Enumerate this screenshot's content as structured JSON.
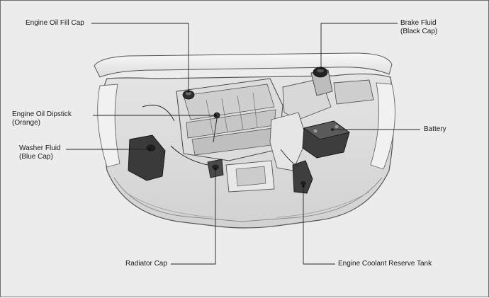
{
  "labels": {
    "engine_oil_fill_cap": "Engine Oil Fill Cap",
    "brake_fluid": [
      "Brake Fluid",
      "(Black Cap)"
    ],
    "engine_oil_dipstick": [
      "Engine Oil Dipstick",
      "(Orange)"
    ],
    "battery": "Battery",
    "washer_fluid": [
      "Washer Fluid",
      "(Blue Cap)"
    ],
    "radiator_cap": "Radiator Cap",
    "engine_coolant_reserve_tank": "Engine Coolant Reserve Tank"
  },
  "colors": {
    "background": "#ececec",
    "line": "#222222",
    "reservoir_dark": "#3a3a3a",
    "body_light": "#f7f7f7"
  }
}
